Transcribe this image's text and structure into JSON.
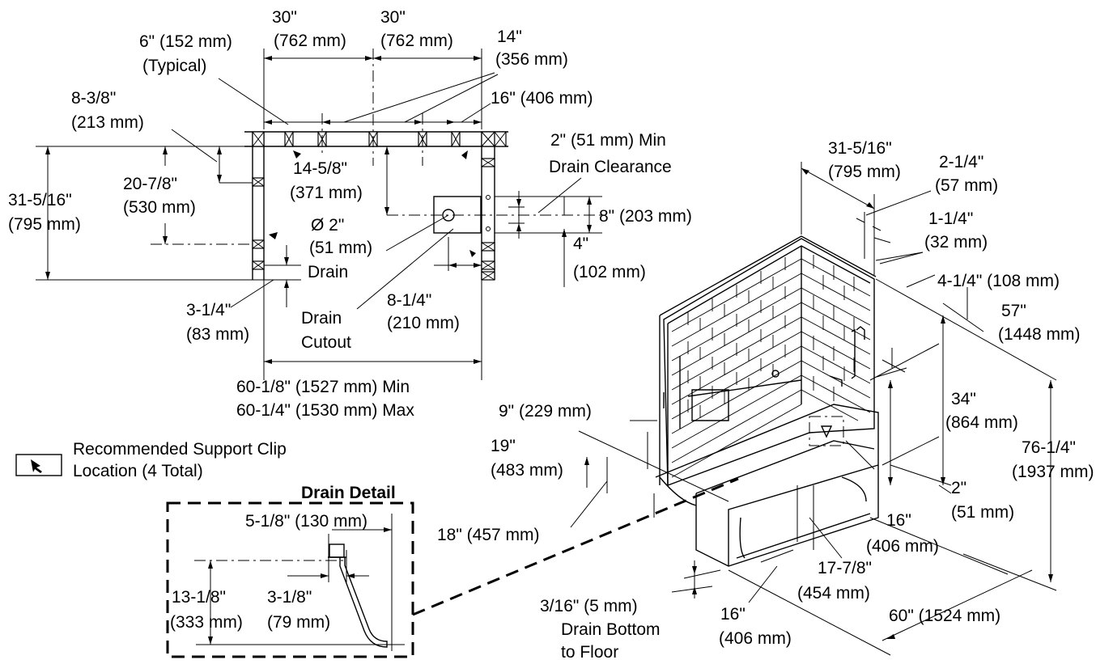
{
  "plan": {
    "dim_30a": "30\"",
    "dim_30a_mm": "(762 mm)",
    "dim_30b": "30\"",
    "dim_30b_mm": "(762 mm)",
    "dim_14": "14\"",
    "dim_14_mm": "(356 mm)",
    "dim_6": "6\" (152 mm)",
    "dim_6_note": "(Typical)",
    "dim_16": "16\" (406 mm)",
    "dim_838": "8-3/8\"",
    "dim_838_mm": "(213 mm)",
    "dim_2078": "20-7/8\"",
    "dim_2078_mm": "(530 mm)",
    "dim_31516": "31-5/16\"",
    "dim_31516_mm": "(795 mm)",
    "dim_1458": "14-5/8\"",
    "dim_1458_mm": "(371 mm)",
    "drain_dia": "Ø 2\"",
    "drain_dia_mm": "(51 mm)",
    "drain_label": "Drain",
    "clearance_1": "2\" (51 mm) Min",
    "clearance_2": "Drain Clearance",
    "dim_8": "8\" (203 mm)",
    "dim_4": "4\"",
    "dim_4_mm": "(102 mm)",
    "dim_314": "3-1/4\"",
    "dim_314_mm": "(83 mm)",
    "cutout_1": "Drain",
    "cutout_2": "Cutout",
    "dim_814": "8-1/4\"",
    "dim_814_mm": "(210 mm)",
    "width_min": "60-1/8\" (1527 mm) Min",
    "width_max": "60-1/4\" (1530 mm) Max"
  },
  "legend": {
    "line1": "Recommended Support Clip",
    "line2": "Location (4 Total)"
  },
  "detail": {
    "title": "Drain Detail",
    "dim_518": "5-1/8\" (130 mm)",
    "dim_1318": "13-1/8\"",
    "dim_1318_mm": "(333 mm)",
    "dim_318": "3-1/8\"",
    "dim_318_mm": "(79 mm)"
  },
  "iso": {
    "d_31516": "31-5/16\"",
    "d_31516_mm": "(795 mm)",
    "d_214": "2-1/4\"",
    "d_214_mm": "(57 mm)",
    "d_114": "1-1/4\"",
    "d_114_mm": "(32 mm)",
    "d_414": "4-1/4\" (108 mm)",
    "d_57": "57\"",
    "d_57_mm": "(1448 mm)",
    "d_9": "9\" (229 mm)",
    "d_19": "19\"",
    "d_19_mm": "(483 mm)",
    "d_34": "34\"",
    "d_34_mm": "(864 mm)",
    "d_7614": "76-1/4\"",
    "d_7614_mm": "(1937 mm)",
    "d_2": "2\"",
    "d_2_mm": "(51 mm)",
    "d_18": "18\" (457 mm)",
    "d_16a": "16\"",
    "d_16a_mm": "(406 mm)",
    "d_1778": "17-7/8\"",
    "d_1778_mm": "(454 mm)",
    "d_316": "3/16\" (5 mm)",
    "d_316_l2": "Drain Bottom",
    "d_316_l3": "to Floor",
    "d_16b": "16\"",
    "d_16b_mm": "(406 mm)",
    "d_60": "60\" (1524 mm)"
  }
}
